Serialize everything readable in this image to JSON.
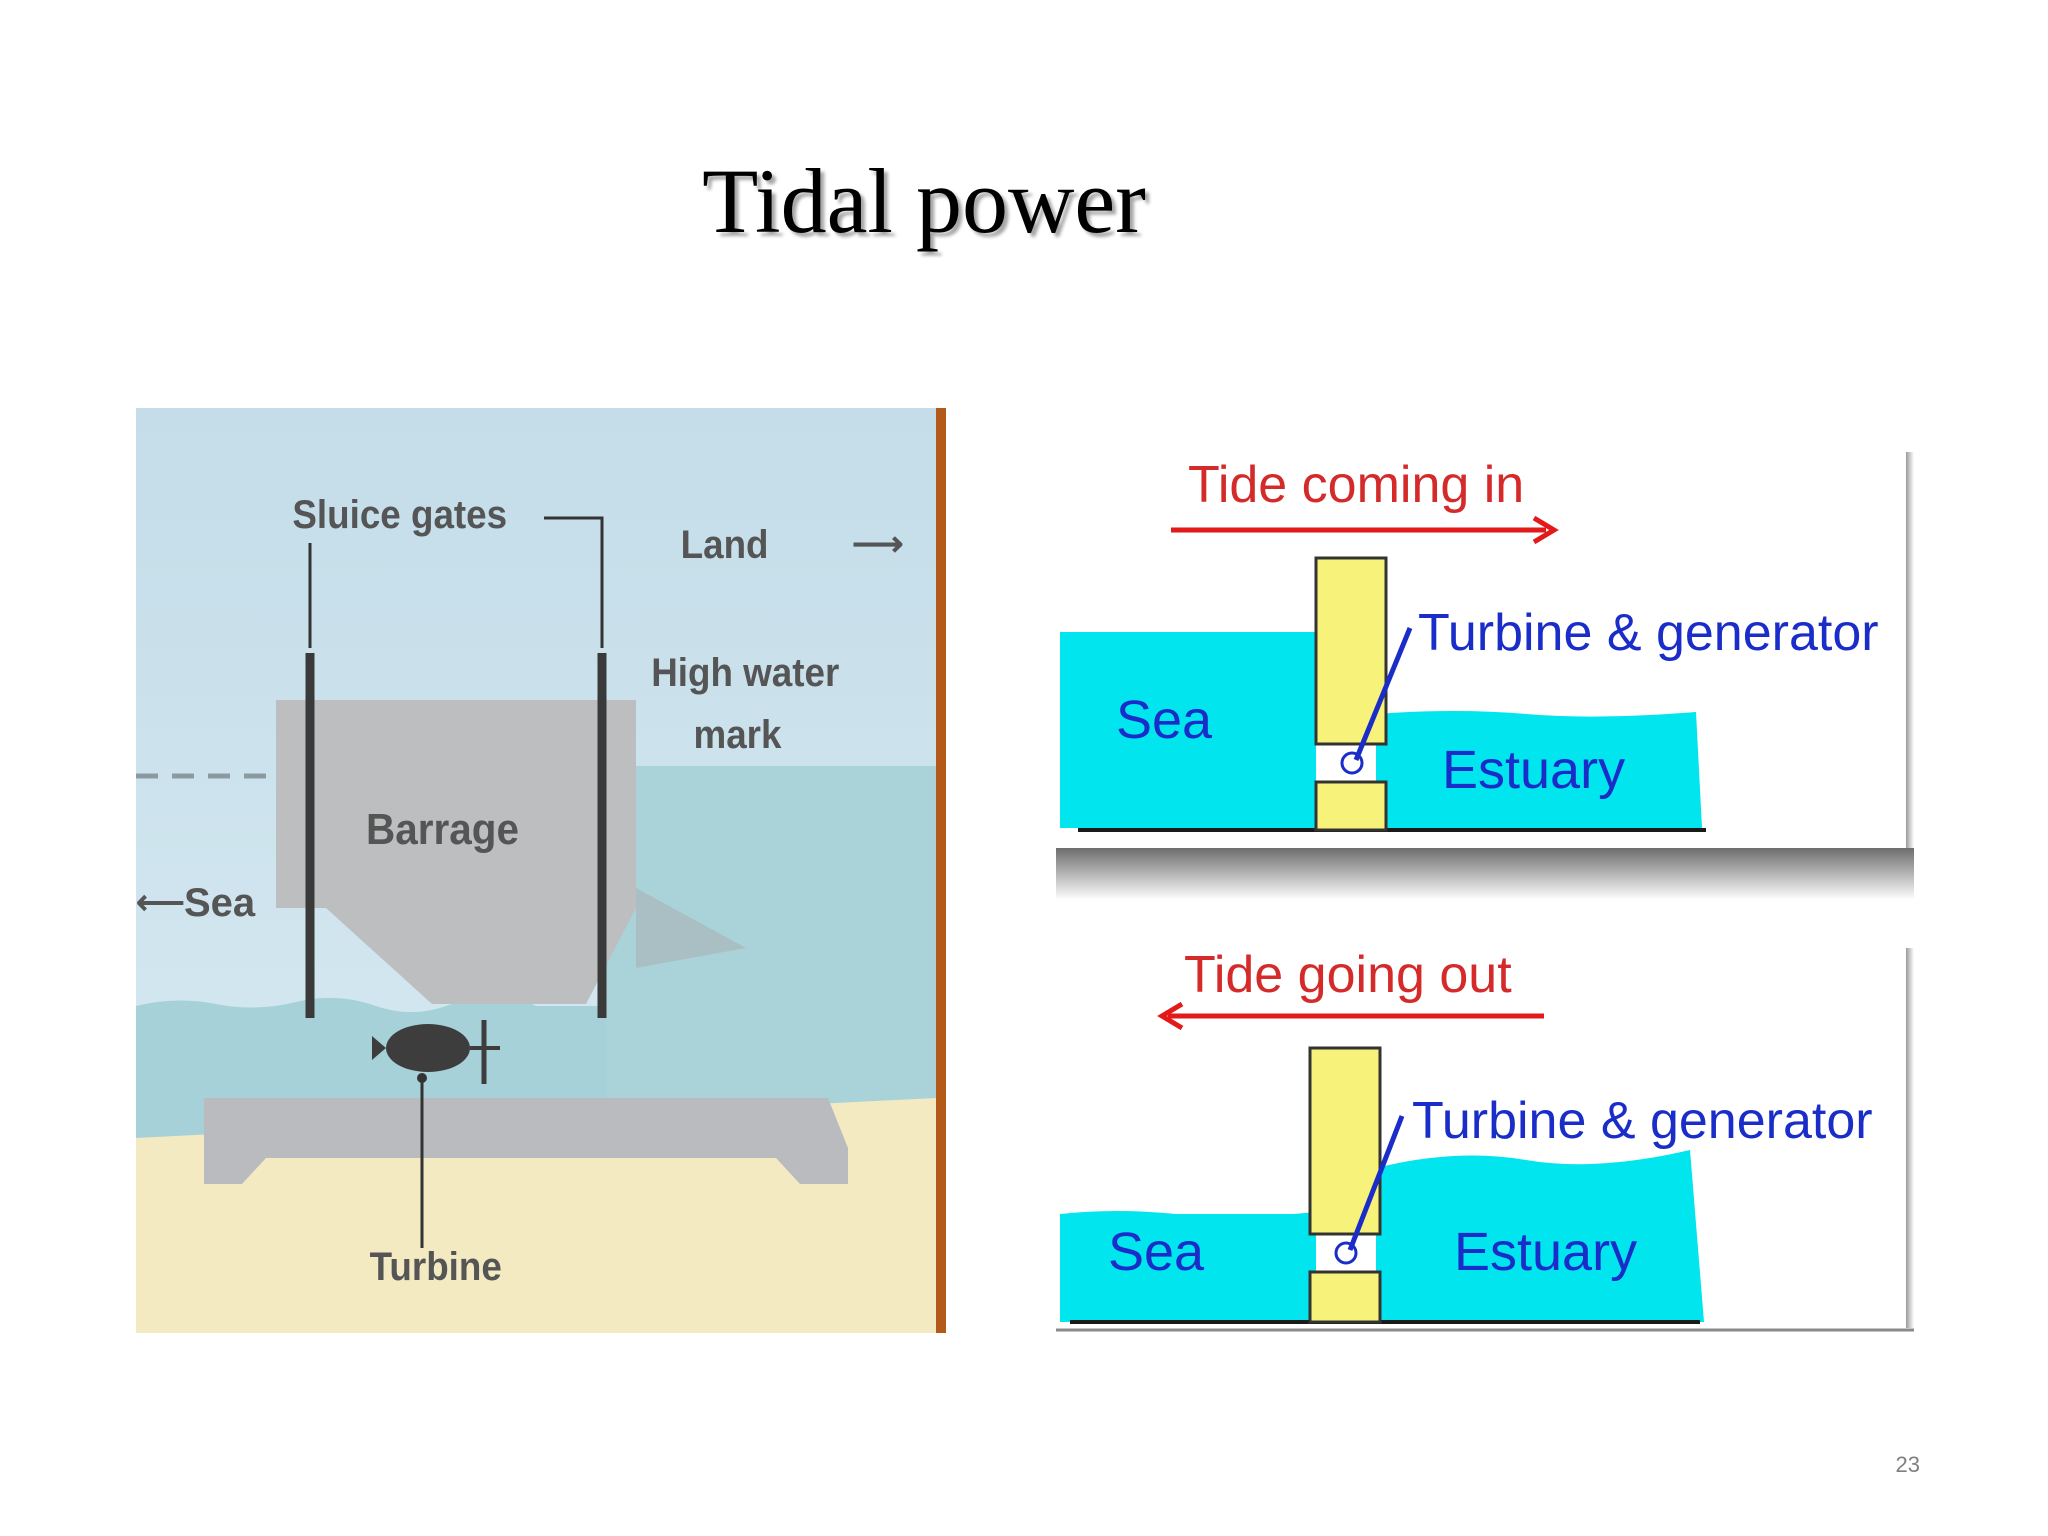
{
  "slide": {
    "title": "Tidal power",
    "page_number": "23"
  },
  "barrage_diagram": {
    "labels": {
      "sluice_gates": "Sluice gates",
      "land": "Land",
      "high_water_1": "High water",
      "high_water_2": "mark",
      "barrage": "Barrage",
      "sea": "Sea",
      "turbine": "Turbine"
    },
    "colors": {
      "sky": "#cfe4ee",
      "water": "#a9d3d9",
      "sand": "#f4ebc3",
      "structure": "#b9bbbe",
      "border": "#b35a1a"
    }
  },
  "tide_diagram": {
    "panels": [
      {
        "direction": "Tide coming in",
        "turbine_label": "Turbine & generator",
        "sea_label": "Sea",
        "estuary_label": "Estuary"
      },
      {
        "direction": "Tide going out",
        "turbine_label": "Turbine & generator",
        "sea_label": "Sea",
        "estuary_label": "Estuary"
      }
    ],
    "colors": {
      "water": "#00e5ee",
      "dam": "#f7f37a",
      "arrow": "#e21a1a",
      "text": "#1a2dc9",
      "direction_text": "#d42a2a"
    }
  }
}
